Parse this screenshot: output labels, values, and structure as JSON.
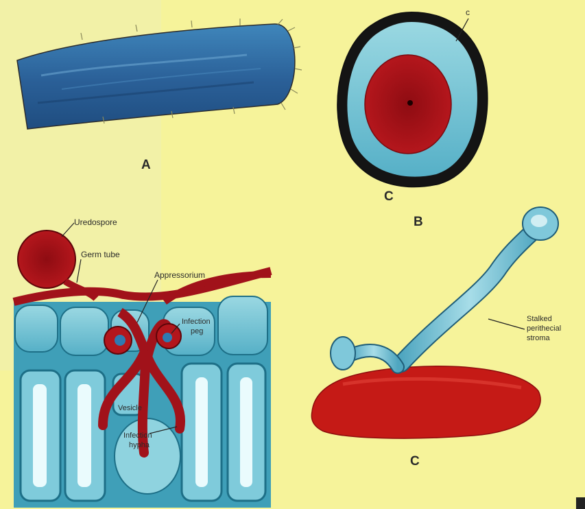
{
  "panels": {
    "a": {
      "letter": "A"
    },
    "b": {
      "letter": "B",
      "inner_label_top": "c",
      "inner_label_bottom": "C"
    },
    "c": {
      "letter": "C",
      "stroma_label": [
        "Stalked",
        "perithecial",
        "stroma"
      ]
    }
  },
  "infection_diagram": {
    "uredospore": "Uredospore",
    "germ_tube": "Germ tube",
    "appressorium": "Appressorium",
    "infection_peg": [
      "Infection",
      "peg"
    ],
    "vesicle": "Vesicle",
    "infection_hypha": [
      "Infection",
      "hypha"
    ]
  },
  "colors": {
    "background": "#f6f39a",
    "spore_blue": "#2f6fa3",
    "cell_teal": "#6fc1d3",
    "fungus_red": "#a8141a",
    "outline_black": "#111111"
  }
}
